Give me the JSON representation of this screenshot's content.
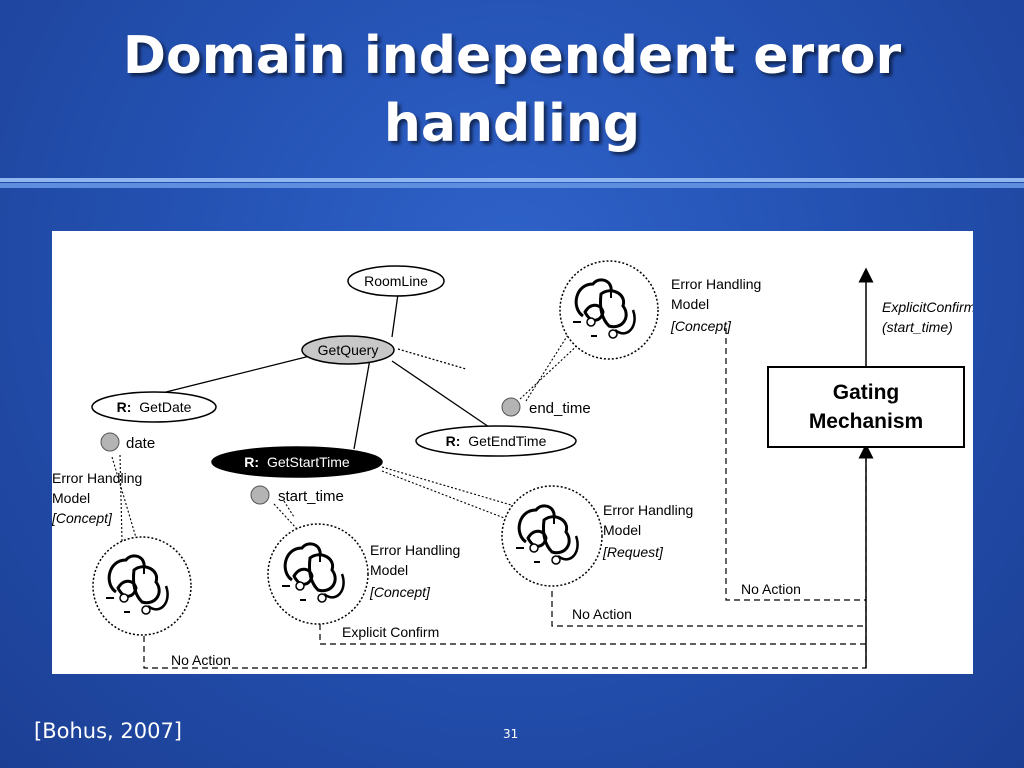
{
  "slide": {
    "title_line1": "Domain independent error",
    "title_line2": "handling",
    "citation": "[Bohus, 2007]",
    "page_number": "31"
  },
  "diagram": {
    "nodes": {
      "roomline": "RoomLine",
      "getquery": "GetQuery",
      "getdate": "GetDate",
      "getendtime": "GetEndTime",
      "getstarttime": "GetStartTime",
      "request_prefix": "R:"
    },
    "concepts": {
      "date": "date",
      "start_time": "start_time",
      "end_time": "end_time"
    },
    "ehm": {
      "line1": "Error Handling",
      "line2": "Model",
      "concept": "[Concept]",
      "request": "[Request]"
    },
    "gating": {
      "line1": "Gating",
      "line2": "Mechanism"
    },
    "output": {
      "line1": "ExplicitConfirm",
      "line2": "(start_time)"
    },
    "actions": {
      "no_action": "No Action",
      "explicit_confirm": "Explicit Confirm"
    }
  },
  "colors": {
    "background": "#2452b3",
    "figure_background": "#ffffff",
    "focus_node": "#000000",
    "query_node": "#c8c8c8",
    "concept_dot": "#b4b4b4"
  }
}
